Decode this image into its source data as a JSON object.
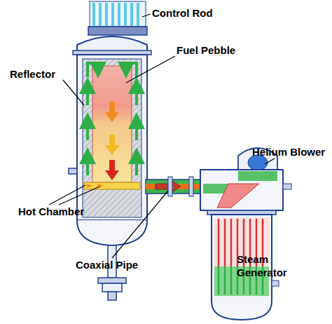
{
  "diagram": {
    "labels": [
      "Control Rod",
      "Fuel Pebble",
      "Reflector",
      "Helium Blower",
      "Hot Chamber",
      "Coaxial Pipe",
      "Steam Generator"
    ]
  }
}
